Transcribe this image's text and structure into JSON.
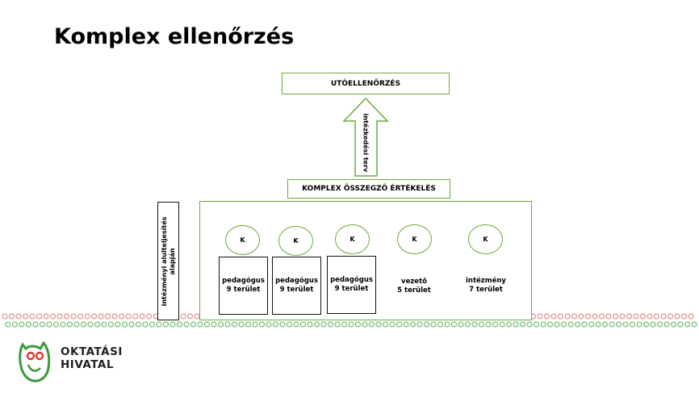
{
  "slide": {
    "title": "Komplex ellenőrzés"
  },
  "diagram": {
    "top_box": "UTÓELLENŐRZÉS",
    "arrow_label": "intézkedési terv",
    "summary_box": "KOMPLEX ÖSSZEGZŐ ÉRTÉKELÉS",
    "side_label_line1": "intézményi alulteljesítés",
    "side_label_line2": "alapján",
    "k_label": "K",
    "items": [
      {
        "name": "pedagógus",
        "detail": "9 terület",
        "shape": "rectangle"
      },
      {
        "name": "pedagógus",
        "detail": "9 terület",
        "shape": "rectangle"
      },
      {
        "name": "pedagógus",
        "detail": "9 terület",
        "shape": "rectangle"
      },
      {
        "name": "vezető",
        "detail": "5 terület",
        "shape": "hexagon"
      },
      {
        "name": "intézmény",
        "detail": "7 terület",
        "shape": "circle"
      }
    ]
  },
  "logo": {
    "line1": "OKTATÁSI",
    "line2": "HIVATAL",
    "green": "#3a9a3a",
    "red": "#d9382e"
  },
  "colors": {
    "box_border": "#6aab3c",
    "arrow_border": "#6aab3c",
    "border_red": "#e07a7a",
    "border_green": "#58b35a"
  }
}
